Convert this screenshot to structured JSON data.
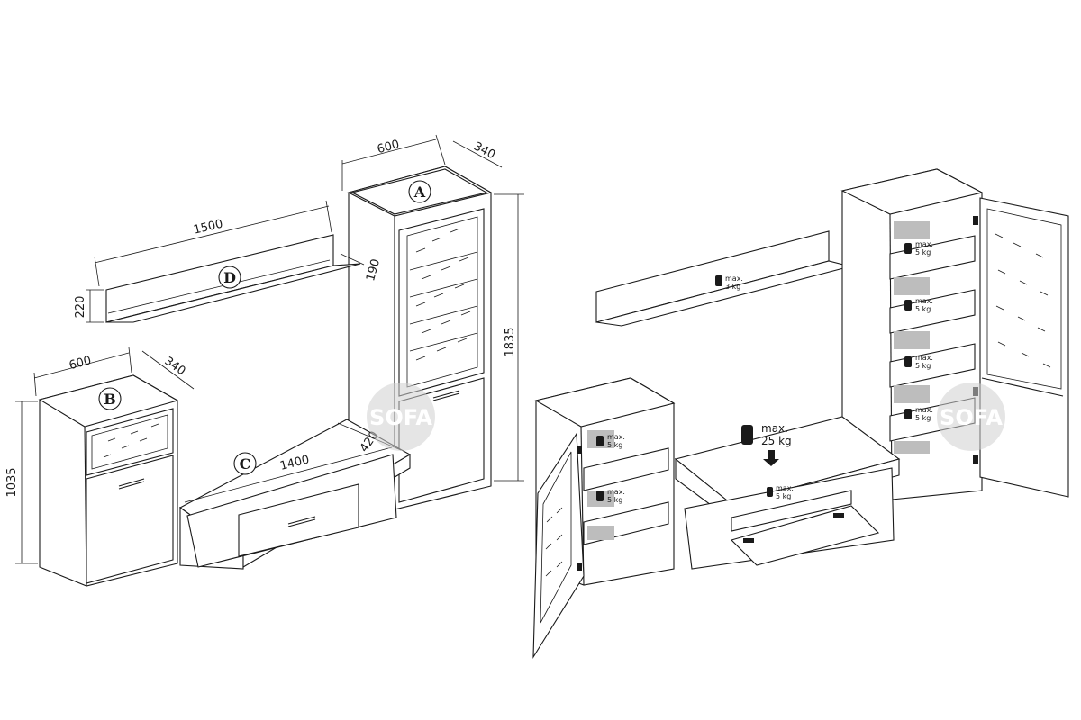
{
  "left_view": {
    "labels": {
      "a": "A",
      "b": "B",
      "c": "C",
      "d": "D"
    },
    "dims": {
      "a_width": "600",
      "a_depth": "340",
      "a_height": "1835",
      "d_width": "1500",
      "d_height": "220",
      "d_depth": "190",
      "b_width": "600",
      "b_depth": "340",
      "b_height": "1035",
      "c_width": "1400",
      "c_depth": "420"
    }
  },
  "right_view": {
    "load_labels": {
      "shelf_max": "max.",
      "shelf_kg": "3 kg",
      "tv_max": "max.",
      "tv_kg": "25 kg",
      "drawer_max": "max.",
      "drawer_kg": "5 kg",
      "small_max": "max.",
      "small_kg": "5 kg"
    }
  },
  "watermark": {
    "text": "SOFA"
  },
  "colors": {
    "line": "#1a1a1a",
    "background": "#ffffff",
    "watermark": "#cfcfcf"
  }
}
